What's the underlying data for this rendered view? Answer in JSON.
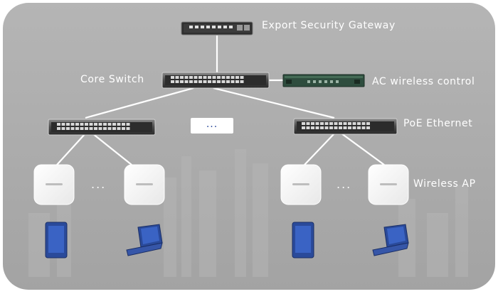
{
  "labels": {
    "gateway": "Export Security Gateway",
    "core_switch": "Core Switch",
    "ac_controller": "AC wireless control",
    "poe": "PoE Ethernet",
    "wireless_ap": "Wireless AP"
  },
  "ellipsis": {
    "switches": "...",
    "aps_left": "...",
    "aps_right": "..."
  },
  "colors": {
    "panel": "#a9a9a9",
    "line": "#ffffff",
    "device_dark": "#3a3a3a",
    "controller": "#2e4d3e",
    "ap": "#ffffff",
    "laptop": "#2a4a9a"
  },
  "icons": {
    "gateway": "network-switch-icon",
    "core_switch": "network-switch-icon",
    "ac_controller": "rack-controller-icon",
    "poe_switch": "network-switch-icon",
    "ap": "wireless-ap-icon",
    "tablet": "tablet-icon",
    "laptop": "laptop-icon"
  }
}
